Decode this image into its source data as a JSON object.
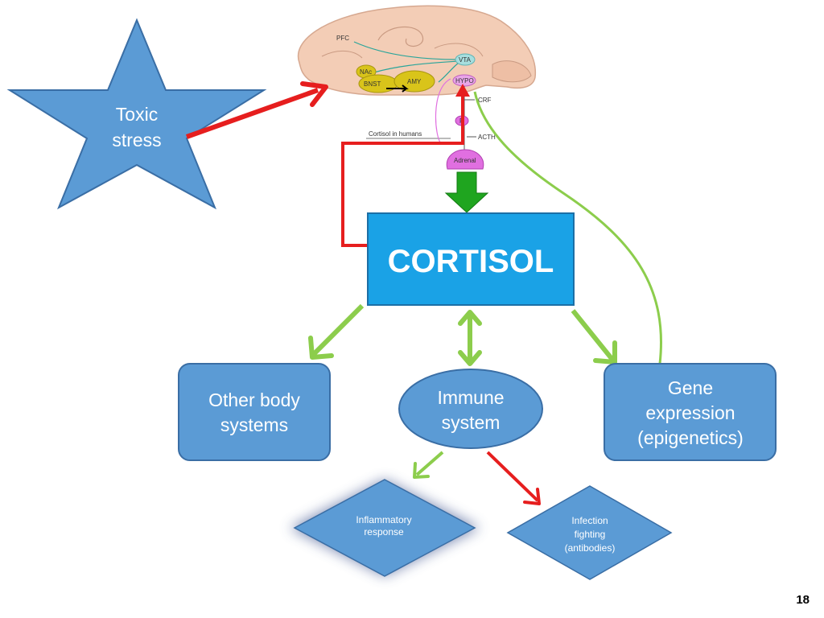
{
  "star": {
    "line1": "Toxic",
    "line2": "stress"
  },
  "cortisol": "CORTISOL",
  "boxes": {
    "other_body": {
      "line1": "Other body",
      "line2": "systems"
    },
    "immune": {
      "line1": "Immune",
      "line2": "system"
    },
    "gene": {
      "line1": "Gene",
      "line2": "expression",
      "line3": "(epigenetics)"
    }
  },
  "diamonds": {
    "inflammatory": {
      "line1": "Inflammatory",
      "line2": "response"
    },
    "infection": {
      "line1": "Infection",
      "line2": "fighting",
      "line3": "(antibodies)"
    }
  },
  "brain": {
    "pfc": "PFC",
    "vta": "VTA",
    "nac": "NAc",
    "bnst": "BNST",
    "amy": "AMY",
    "hypo": "HYPO",
    "crf": "CRF",
    "p": "P",
    "acth": "ACTH",
    "cortisol_humans": "Cortisol in humans",
    "adrenal": "Adrenal"
  },
  "page_number": "18",
  "colors": {
    "box_blue": "#5b9bd5",
    "box_border": "#3a6ea5",
    "cortisol_blue": "#1aa2e6",
    "arrow_green": "#8ccd4c",
    "arrow_red": "#e61e1e",
    "dark_green": "#1fa51f"
  }
}
